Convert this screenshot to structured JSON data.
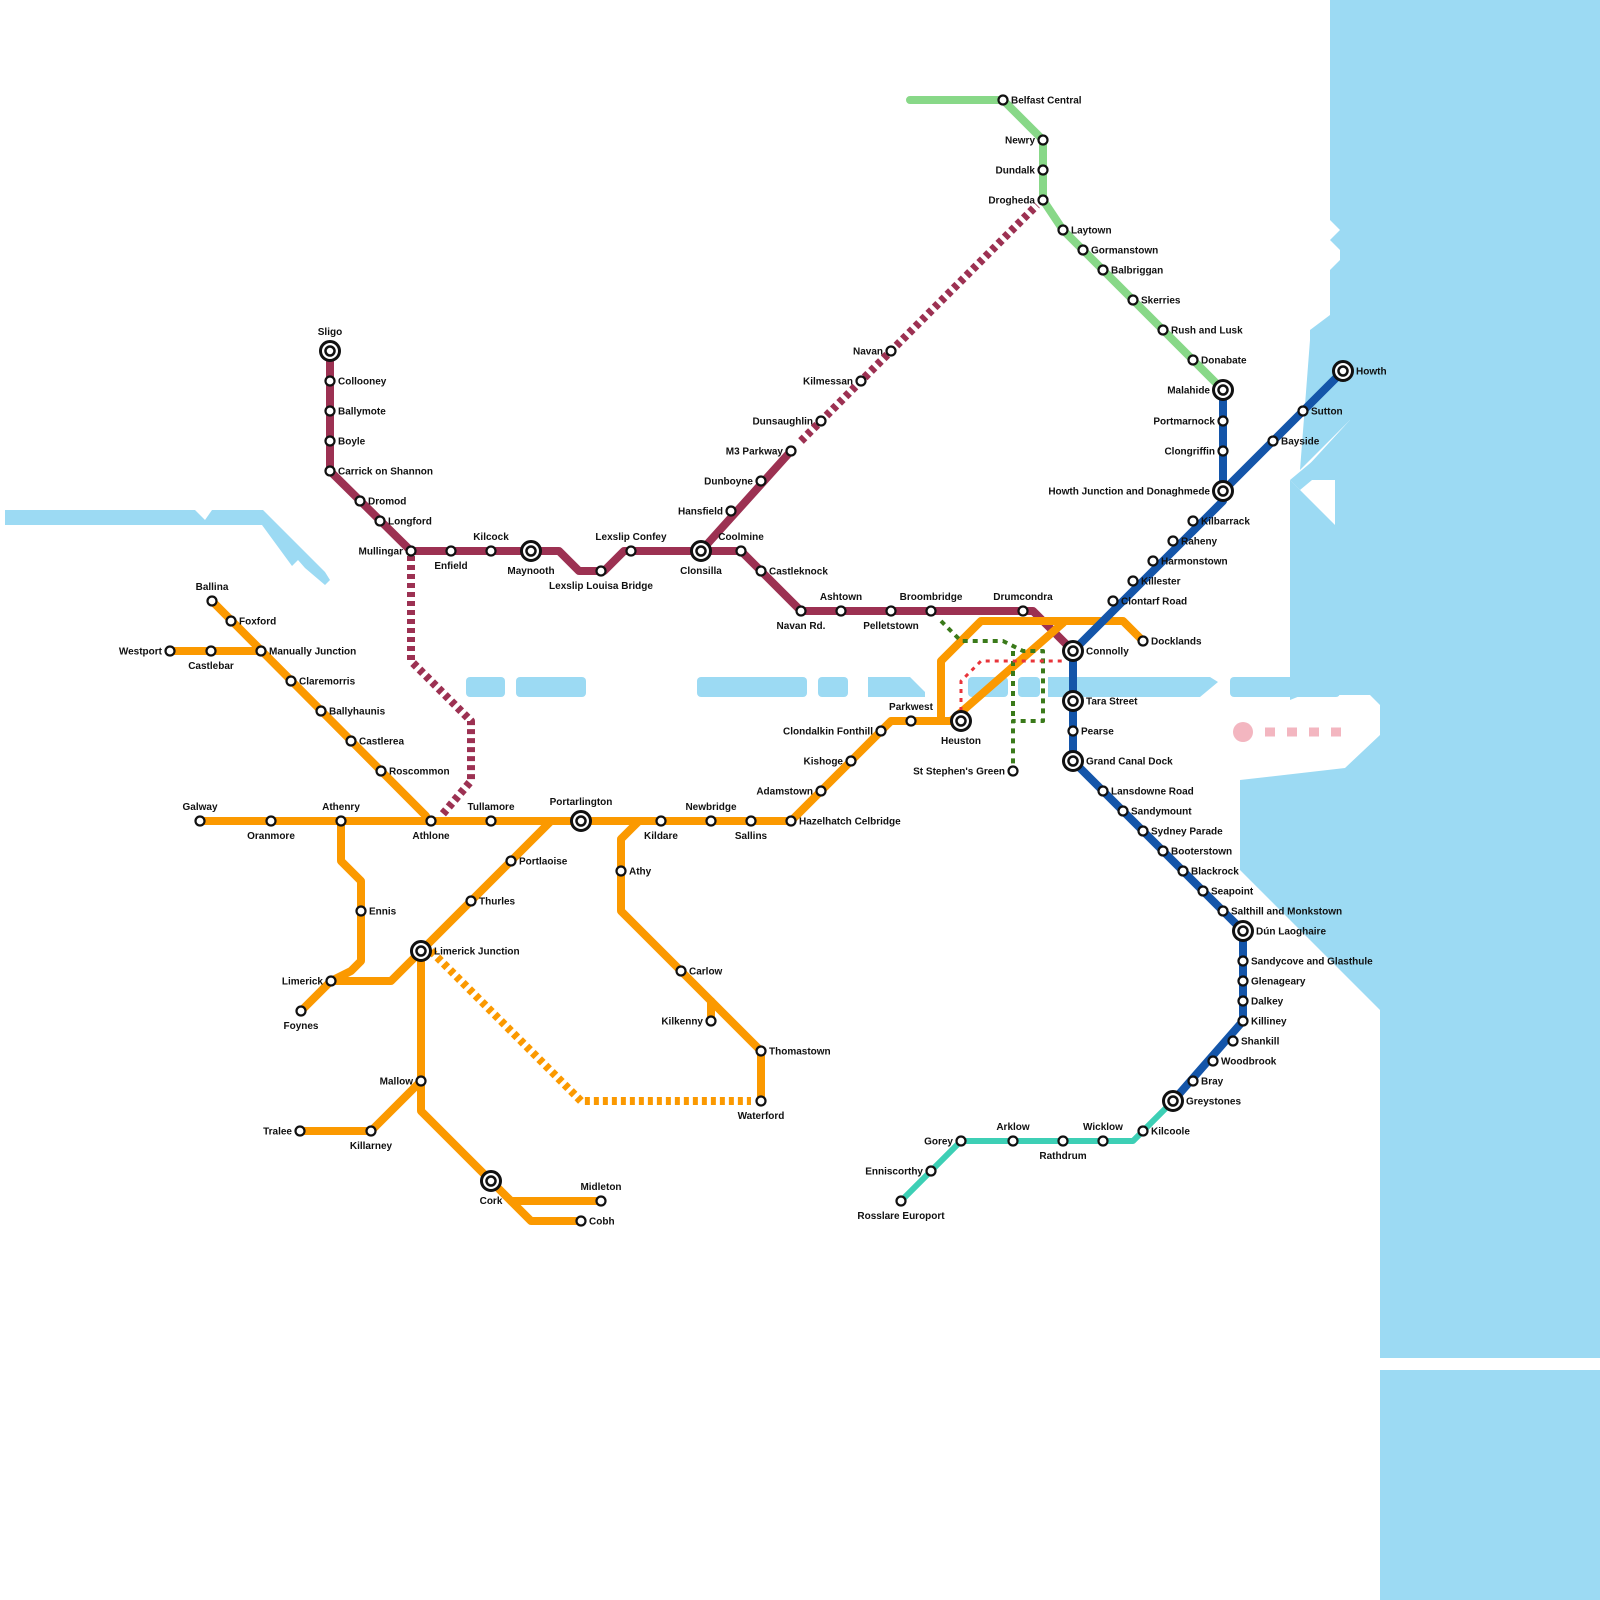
{
  "colors": {
    "water": "#9cdaf3",
    "orange": "#fb9900",
    "maroon": "#9c3152",
    "light_green": "#88d888",
    "dart_blue": "#1455a9",
    "teal": "#3dcfb5",
    "dark_green": "#3a7a1a",
    "red": "#e8343a",
    "pink": "#f3b6c0",
    "station_fill": "#ffffff",
    "station_stroke": "#111111",
    "label": "#111111"
  },
  "lines": [
    {
      "id": "enterprise",
      "color_key": "light_green",
      "dashed": false
    },
    {
      "id": "maroon-sligo",
      "color_key": "maroon",
      "dashed": false
    },
    {
      "id": "maroon-navan-proposed",
      "color_key": "maroon",
      "dashed": true
    },
    {
      "id": "maroon-athlone-link",
      "color_key": "maroon",
      "dashed": true
    },
    {
      "id": "orange-intercity",
      "color_key": "orange",
      "dashed": false
    },
    {
      "id": "orange-waterford-proposed",
      "color_key": "orange",
      "dashed": true
    },
    {
      "id": "dart",
      "color_key": "dart_blue",
      "dashed": false
    },
    {
      "id": "rosslare",
      "color_key": "teal",
      "dashed": false
    },
    {
      "id": "luas-green",
      "color_key": "dark_green",
      "dashed": true
    },
    {
      "id": "luas-red",
      "color_key": "red",
      "dashed": true
    },
    {
      "id": "pink-proposed",
      "color_key": "pink",
      "dashed": true
    }
  ],
  "stations": [
    {
      "label": "Belfast Central",
      "interchange": false
    },
    {
      "label": "Newry",
      "interchange": false
    },
    {
      "label": "Dundalk",
      "interchange": false
    },
    {
      "label": "Drogheda",
      "interchange": false
    },
    {
      "label": "Laytown",
      "interchange": false
    },
    {
      "label": "Gormanstown",
      "interchange": false
    },
    {
      "label": "Balbriggan",
      "interchange": false
    },
    {
      "label": "Skerries",
      "interchange": false
    },
    {
      "label": "Rush and Lusk",
      "interchange": false
    },
    {
      "label": "Donabate",
      "interchange": false
    },
    {
      "label": "Malahide",
      "interchange": true
    },
    {
      "label": "Portmarnock",
      "interchange": false
    },
    {
      "label": "Clongriffin",
      "interchange": false
    },
    {
      "label": "Howth Junction and Donaghmede",
      "interchange": true
    },
    {
      "label": "Howth",
      "interchange": true
    },
    {
      "label": "Sutton",
      "interchange": false
    },
    {
      "label": "Bayside",
      "interchange": false
    },
    {
      "label": "Kilbarrack",
      "interchange": false
    },
    {
      "label": "Raheny",
      "interchange": false
    },
    {
      "label": "Harmonstown",
      "interchange": false
    },
    {
      "label": "Killester",
      "interchange": false
    },
    {
      "label": "Clontarf Road",
      "interchange": false
    },
    {
      "label": "Connolly",
      "interchange": true
    },
    {
      "label": "Docklands",
      "interchange": false
    },
    {
      "label": "Tara Street",
      "interchange": true
    },
    {
      "label": "Pearse",
      "interchange": false
    },
    {
      "label": "Grand Canal Dock",
      "interchange": true
    },
    {
      "label": "Lansdowne Road",
      "interchange": false
    },
    {
      "label": "Sandymount",
      "interchange": false
    },
    {
      "label": "Sydney Parade",
      "interchange": false
    },
    {
      "label": "Booterstown",
      "interchange": false
    },
    {
      "label": "Blackrock",
      "interchange": false
    },
    {
      "label": "Seapoint",
      "interchange": false
    },
    {
      "label": "Salthill and Monkstown",
      "interchange": false
    },
    {
      "label": "Dún Laoghaire",
      "interchange": true
    },
    {
      "label": "Sandycove and Glasthule",
      "interchange": false
    },
    {
      "label": "Glenageary",
      "interchange": false
    },
    {
      "label": "Dalkey",
      "interchange": false
    },
    {
      "label": "Killiney",
      "interchange": false
    },
    {
      "label": "Shankill",
      "interchange": false
    },
    {
      "label": "Woodbrook",
      "interchange": false
    },
    {
      "label": "Bray",
      "interchange": false
    },
    {
      "label": "Greystones",
      "interchange": true
    },
    {
      "label": "Kilcoole",
      "interchange": false
    },
    {
      "label": "Wicklow",
      "interchange": false
    },
    {
      "label": "Rathdrum",
      "interchange": false
    },
    {
      "label": "Arklow",
      "interchange": false
    },
    {
      "label": "Gorey",
      "interchange": false
    },
    {
      "label": "Enniscorthy",
      "interchange": false
    },
    {
      "label": "Rosslare Europort",
      "interchange": false
    },
    {
      "label": "Sligo",
      "interchange": true
    },
    {
      "label": "Collooney",
      "interchange": false
    },
    {
      "label": "Ballymote",
      "interchange": false
    },
    {
      "label": "Boyle",
      "interchange": false
    },
    {
      "label": "Carrick on Shannon",
      "interchange": false
    },
    {
      "label": "Dromod",
      "interchange": false
    },
    {
      "label": "Longford",
      "interchange": false
    },
    {
      "label": "Mullingar",
      "interchange": false
    },
    {
      "label": "Enfield",
      "interchange": false
    },
    {
      "label": "Kilcock",
      "interchange": false
    },
    {
      "label": "Maynooth",
      "interchange": true
    },
    {
      "label": "Lexslip Louisa Bridge",
      "interchange": false
    },
    {
      "label": "Lexslip Confey",
      "interchange": false
    },
    {
      "label": "Clonsilla",
      "interchange": true
    },
    {
      "label": "Coolmine",
      "interchange": false
    },
    {
      "label": "Castleknock",
      "interchange": false
    },
    {
      "label": "Navan Rd.",
      "interchange": false
    },
    {
      "label": "Ashtown",
      "interchange": false
    },
    {
      "label": "Pelletstown",
      "interchange": false
    },
    {
      "label": "Broombridge",
      "interchange": false
    },
    {
      "label": "Drumcondra",
      "interchange": false
    },
    {
      "label": "Hansfield",
      "interchange": false
    },
    {
      "label": "Dunboyne",
      "interchange": false
    },
    {
      "label": "M3 Parkway",
      "interchange": false
    },
    {
      "label": "Dunsaughlin",
      "interchange": false
    },
    {
      "label": "Kilmessan",
      "interchange": false
    },
    {
      "label": "Navan",
      "interchange": false
    },
    {
      "label": "Heuston",
      "interchange": true
    },
    {
      "label": "Parkwest",
      "interchange": false
    },
    {
      "label": "Clondalkin Fonthill",
      "interchange": false
    },
    {
      "label": "Kishoge",
      "interchange": false
    },
    {
      "label": "Adamstown",
      "interchange": false
    },
    {
      "label": "Hazelhatch Celbridge",
      "interchange": false
    },
    {
      "label": "St Stephen's Green",
      "interchange": false
    },
    {
      "label": "Sallins",
      "interchange": false
    },
    {
      "label": "Newbridge",
      "interchange": false
    },
    {
      "label": "Kildare",
      "interchange": false
    },
    {
      "label": "Portarlington",
      "interchange": true
    },
    {
      "label": "Tullamore",
      "interchange": false
    },
    {
      "label": "Athlone",
      "interchange": false
    },
    {
      "label": "Athenry",
      "interchange": false
    },
    {
      "label": "Oranmore",
      "interchange": false
    },
    {
      "label": "Galway",
      "interchange": false
    },
    {
      "label": "Ballina",
      "interchange": false
    },
    {
      "label": "Foxford",
      "interchange": false
    },
    {
      "label": "Westport",
      "interchange": false
    },
    {
      "label": "Castlebar",
      "interchange": false
    },
    {
      "label": "Manually Junction",
      "interchange": false
    },
    {
      "label": "Claremorris",
      "interchange": false
    },
    {
      "label": "Ballyhaunis",
      "interchange": false
    },
    {
      "label": "Castlerea",
      "interchange": false
    },
    {
      "label": "Roscommon",
      "interchange": false
    },
    {
      "label": "Ennis",
      "interchange": false
    },
    {
      "label": "Limerick",
      "interchange": false
    },
    {
      "label": "Foynes",
      "interchange": false
    },
    {
      "label": "Portlaoise",
      "interchange": false
    },
    {
      "label": "Thurles",
      "interchange": false
    },
    {
      "label": "Limerick Junction",
      "interchange": true
    },
    {
      "label": "Mallow",
      "interchange": false
    },
    {
      "label": "Tralee",
      "interchange": false
    },
    {
      "label": "Killarney",
      "interchange": false
    },
    {
      "label": "Cork",
      "interchange": true
    },
    {
      "label": "Midleton",
      "interchange": false
    },
    {
      "label": "Cobh",
      "interchange": false
    },
    {
      "label": "Athy",
      "interchange": false
    },
    {
      "label": "Carlow",
      "interchange": false
    },
    {
      "label": "Kilkenny",
      "interchange": false
    },
    {
      "label": "Thomastown",
      "interchange": false
    },
    {
      "label": "Waterford",
      "interchange": false
    }
  ]
}
